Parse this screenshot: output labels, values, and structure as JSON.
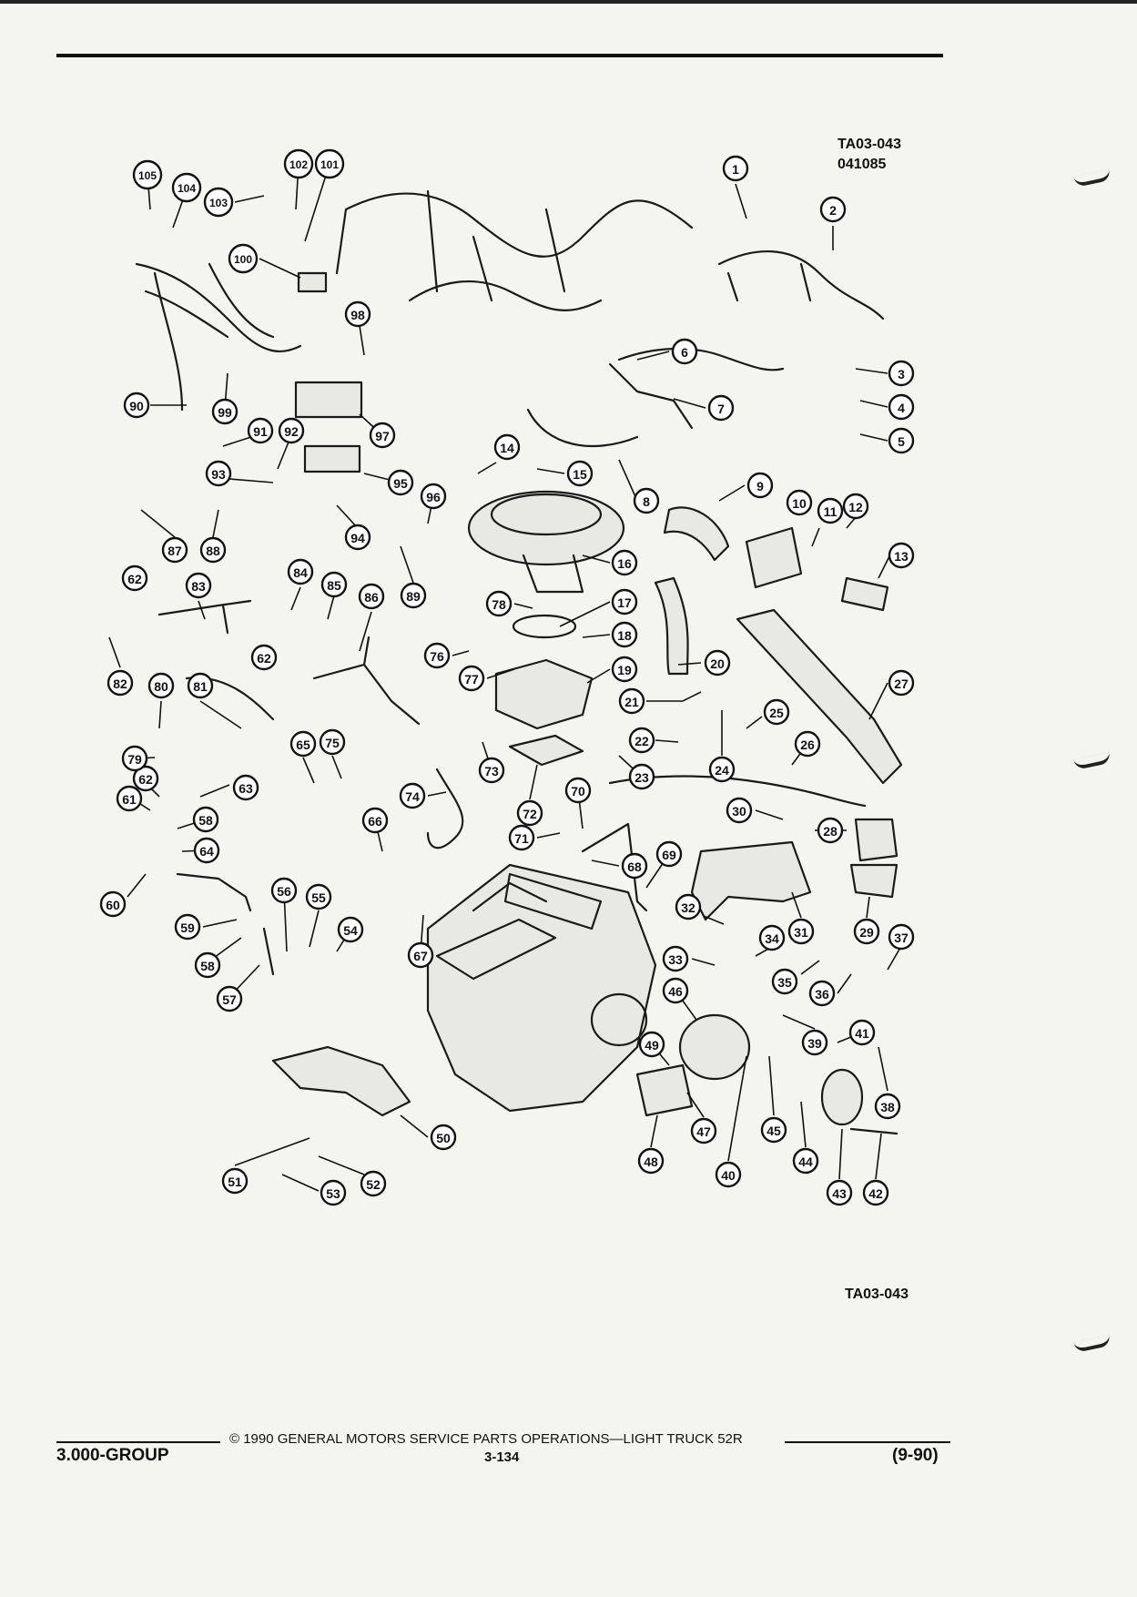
{
  "figure": {
    "id_top": "TA03-043",
    "id_code": "041085",
    "id_bottom": "TA03-043"
  },
  "callouts": [
    "1",
    "2",
    "3",
    "4",
    "5",
    "6",
    "7",
    "8",
    "9",
    "10",
    "11",
    "12",
    "13",
    "14",
    "15",
    "16",
    "17",
    "18",
    "19",
    "20",
    "21",
    "22",
    "23",
    "24",
    "25",
    "26",
    "27",
    "28",
    "29",
    "30",
    "31",
    "32",
    "33",
    "34",
    "35",
    "36",
    "37",
    "38",
    "39",
    "40",
    "41",
    "42",
    "43",
    "44",
    "45",
    "46",
    "47",
    "48",
    "49",
    "50",
    "51",
    "52",
    "53",
    "54",
    "55",
    "56",
    "57",
    "58",
    "58",
    "59",
    "60",
    "61",
    "62",
    "62",
    "62",
    "63",
    "64",
    "65",
    "66",
    "67",
    "68",
    "69",
    "70",
    "71",
    "72",
    "73",
    "74",
    "75",
    "76",
    "77",
    "78",
    "79",
    "80",
    "81",
    "82",
    "83",
    "84",
    "85",
    "86",
    "87",
    "88",
    "89",
    "90",
    "91",
    "92",
    "93",
    "94",
    "95",
    "96",
    "97",
    "98",
    "99",
    "100",
    "101",
    "102",
    "103",
    "104",
    "105"
  ],
  "footer": {
    "copyright": "© 1990 GENERAL MOTORS SERVICE PARTS OPERATIONS—LIGHT TRUCK 52R",
    "group": "3.000-GROUP",
    "page": "3-134",
    "date": "(9-90)"
  }
}
